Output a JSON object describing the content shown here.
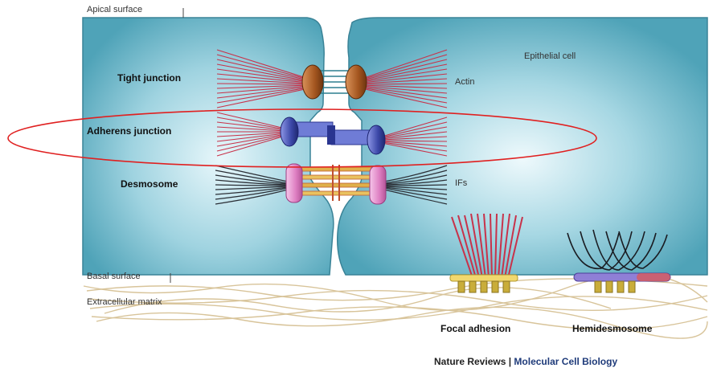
{
  "labels": {
    "apical_surface": "Apical surface",
    "epithelial_cell": "Epithelial cell",
    "tight_junction": "Tight junction",
    "actin": "Actin",
    "adherens_junction": "Adherens junction",
    "desmosome": "Desmosome",
    "ifs": "IFs",
    "basal_surface": "Basal surface",
    "extracellular_matrix": "Extracellular matrix",
    "focal_adhesion": "Focal adhesion",
    "hemidesmosome": "Hemidesmosome"
  },
  "credit": {
    "publisher": "Nature Reviews",
    "separator": "|",
    "journal": "Molecular Cell Biology"
  },
  "colors": {
    "cell_fill": "#5fb3c6",
    "cell_glow": "#e8f7fb",
    "actin": "#c8324a",
    "intermediate_filament": "#2b2f36",
    "tight_junction_protein": "#b0652b",
    "cadherin": "#4a58b8",
    "desmosome_plaque": "#e79ad0",
    "highlight_ellipse": "#e02020",
    "matrix_fiber": "#d8c49a"
  }
}
